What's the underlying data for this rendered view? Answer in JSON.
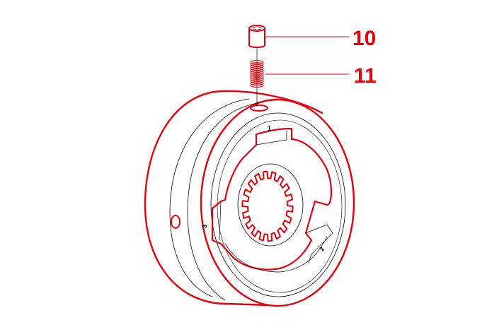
{
  "diagram": {
    "callouts": [
      {
        "label": "10",
        "part": "sleeve"
      },
      {
        "label": "11",
        "part": "spring"
      }
    ],
    "position_marks": [
      "1",
      "2",
      "3"
    ],
    "colors": {
      "highlight": "#e8000b",
      "line": "#000000",
      "background": "#ffffff"
    }
  }
}
